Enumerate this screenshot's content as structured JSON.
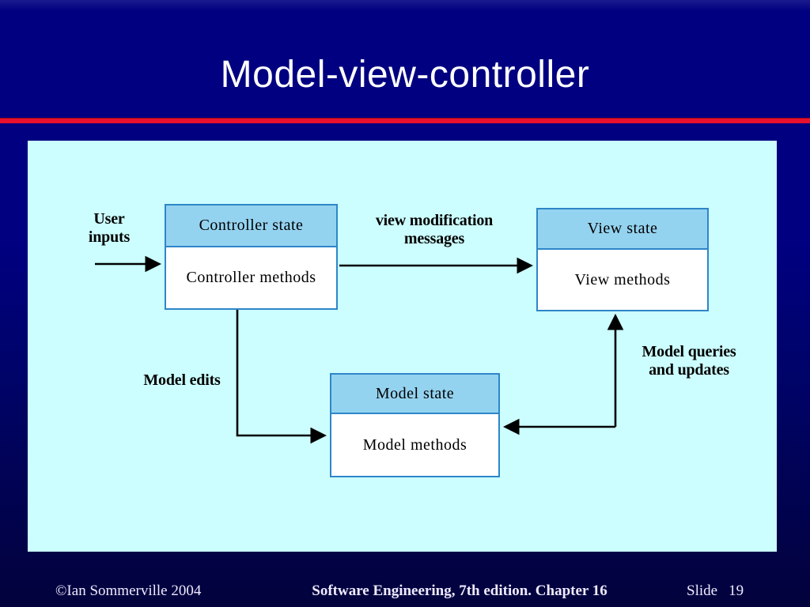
{
  "slide": {
    "title": "Model-view-controller",
    "footer": {
      "copyright": "©Ian Sommerville 2004",
      "center": "Software Engineering, 7th edition. Chapter 16",
      "slide_label": "Slide",
      "slide_number": "19"
    }
  },
  "diagram": {
    "boxes": [
      {
        "id": "controller",
        "state": "Controller state",
        "methods": "Controller methods"
      },
      {
        "id": "view",
        "state": "View state",
        "methods": "View methods"
      },
      {
        "id": "model",
        "state": "Model state",
        "methods": "Model methods"
      }
    ],
    "labels": {
      "user_inputs": [
        "User",
        "inputs"
      ],
      "view_modification": [
        "view modification",
        "messages"
      ],
      "model_edits": "Model edits",
      "model_queries": [
        "Model queries",
        "and updates"
      ]
    },
    "arrows": [
      {
        "from": "user",
        "to": "controller",
        "direction": "right"
      },
      {
        "from": "controller",
        "to": "view",
        "direction": "right"
      },
      {
        "from": "controller",
        "to": "model",
        "direction": "elbow-down-right"
      },
      {
        "from": "view",
        "to": "model",
        "direction": "elbow-bidirectional"
      }
    ]
  },
  "colors": {
    "bg_top": "#1b1b8f",
    "bg_main": "#000080",
    "bg_bottom": "#02023c",
    "rule_red": "#e8112d",
    "panel_bg": "#ccfeff",
    "box_border": "#2e86c8",
    "box_header": "#94d3f0",
    "box_body": "#ffffff",
    "diagram_text": "#000000",
    "title_text": "#ffffff",
    "footer_text": "#efeaff"
  }
}
